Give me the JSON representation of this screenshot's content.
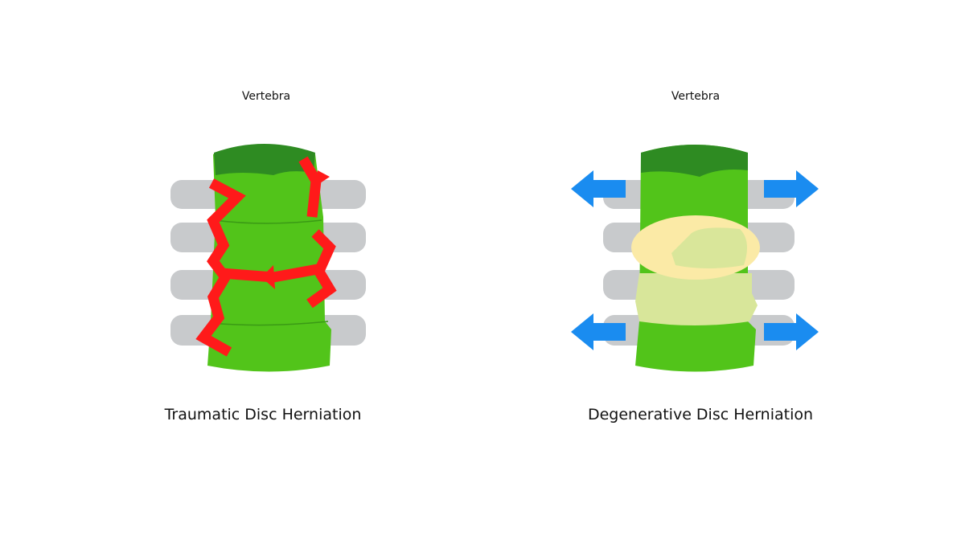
{
  "left_panel": {
    "label": "Vertebra",
    "title": "Traumatic Disc Herniation"
  },
  "right_panel": {
    "label": "Vertebra",
    "title": "Degenerative Disc Herniation"
  },
  "colors": {
    "vertebra_green": "#52c41a",
    "top_dark_green": "#2e8b22",
    "process_grey": "#c8cacc",
    "crack_red": "#ff1a1a",
    "disc_yellow": "#fbeaa6",
    "arrow_blue": "#1a8cf0"
  }
}
